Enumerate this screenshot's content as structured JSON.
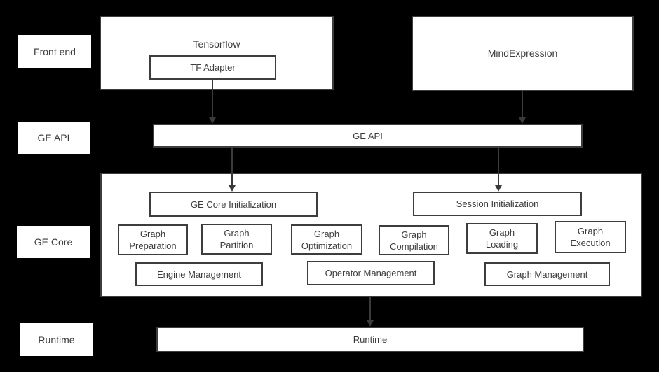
{
  "diagram": {
    "side_labels": [
      "Front end",
      "GE API",
      "GE Core",
      "Runtime"
    ],
    "front_end": {
      "tensorflow_label": "Tensorflow",
      "tf_adapter_label": "TF Adapter",
      "mindexpression_label": "MindExpression"
    },
    "ge_api_label": "GE API",
    "ge_core": {
      "initialization": [
        "GE Core Initialization",
        "Session Initialization"
      ],
      "stages": [
        "Graph\nPreparation",
        "Graph\nPartition",
        "Graph\nOptimization",
        "Graph\nCompilation",
        "Graph\nLoading",
        "Graph\nExecution"
      ],
      "management": [
        "Engine Management",
        "Operator Management",
        "Graph Management"
      ]
    },
    "runtime_label": "Runtime",
    "colors": {
      "background": "#000000",
      "box_fill": "#ffffff",
      "box_border": "#3d3d3d",
      "text": "#3c3c3c",
      "arrow": "#3a3a3a"
    }
  }
}
